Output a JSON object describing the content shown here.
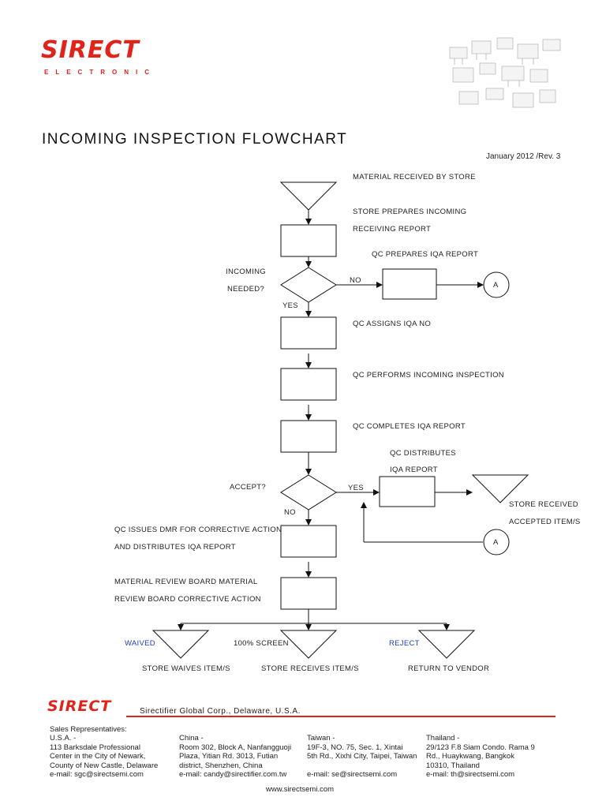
{
  "header": {
    "logo_text": "SIRECT",
    "logo_sub": "ELECTRONIC"
  },
  "document": {
    "title": "INCOMING INSPECTION FLOWCHART",
    "revision": "January 2012 /Rev. 3"
  },
  "flow_labels": {
    "material_received": "MATERIAL RECEIVED BY STORE",
    "store_prepares_1": "STORE PREPARES INCOMING",
    "store_prepares_2": "RECEIVING REPORT",
    "qc_prepares": "QC PREPARES IQA REPORT",
    "incoming_1": "INCOMING",
    "incoming_2": "NEEDED?",
    "no_1": "NO",
    "connector_a": "A",
    "yes_1": "YES",
    "qc_assigns": "QC ASSIGNS IQA NO",
    "qc_performs": "QC PERFORMS INCOMING INSPECTION",
    "qc_completes": "QC COMPLETES IQA REPORT",
    "qc_distributes_1": "QC DISTRIBUTES",
    "qc_distributes_2": "IQA REPORT",
    "accept": "ACCEPT?",
    "yes_2": "YES",
    "no_2": "NO",
    "store_received_1": "STORE RECEIVED",
    "store_received_2": "ACCEPTED ITEM/S",
    "qc_issues_1": "QC ISSUES DMR FOR CORRECTIVE ACTION",
    "qc_issues_2": "AND DISTRIBUTES IQA REPORT",
    "mrb_1": "MATERIAL REVIEW BOARD MATERIAL",
    "mrb_2": "REVIEW BOARD CORRECTIVE ACTION",
    "waived": "WAIVED",
    "screen": "100%  SCREEN",
    "reject": "REJECT",
    "store_waives": "STORE WAIVES ITEM/S",
    "store_receives": "STORE RECEIVES ITEM/S",
    "return_vendor": "RETURN TO VENDOR"
  },
  "footer": {
    "logo_text": "SIRECT",
    "company": "Sirectifier Global Corp., Delaware, U.S.A.",
    "sales_label": "Sales Representatives:",
    "usa": [
      "U.S.A. -",
      "113 Barksdale Professional",
      "Center in the City of Newark,",
      "County of New Castle, Delaware",
      "e-mail: sgc@sirectsemi.com"
    ],
    "china": [
      "China -",
      "Room 302, Block A, Nanfangguoji",
      "Plaza, Yitian Rd. 3013, Futian",
      "district, Shenzhen, China",
      "e-mail: candy@sirectifier.com.tw"
    ],
    "taiwan": [
      "Taiwan -",
      "19F-3, NO. 75, Sec. 1, Xintai",
      "5th Rd., Xixhi City, Taipei, Taiwan",
      "",
      "e-mail: se@sirectsemi.com"
    ],
    "thailand": [
      "Thailand -",
      "29/123 F.8 Siam Condo. Rama 9",
      "Rd., Huaykwang, Bangkok",
      "10310, Thailand",
      "e-mail: th@sirectsemi.com"
    ],
    "url": "www.sirectsemi.com"
  },
  "colors": {
    "brand_red": "#e2231a",
    "link_blue": "#1f3fbf"
  }
}
